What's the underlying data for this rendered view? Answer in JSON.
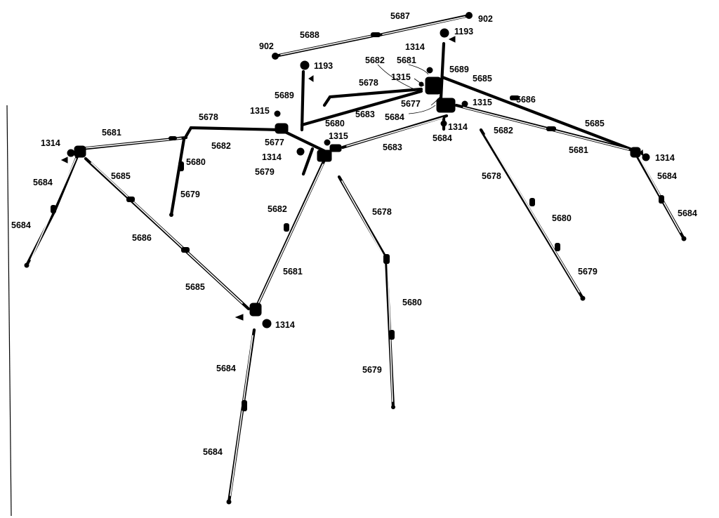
{
  "diagram": {
    "labels": {
      "p5687": "5687",
      "p902_top": "902",
      "p5688": "5688",
      "p902_left": "902",
      "p1193_top": "1193",
      "p1314_top": "1314",
      "p1193_mid": "1193",
      "p5682_top": "5682",
      "p5681_top": "5681",
      "p5689_right": "5689",
      "p1315_top": "1315",
      "p5685_top_right": "5685",
      "p5678_top": "5678",
      "p5689_left": "5689",
      "p5686_right": "5686",
      "p5677_right": "5677",
      "p1315_right": "1315",
      "p1315_mid": "1315",
      "p5683_top": "5683",
      "p5684_mid": "5684",
      "p5678_left": "5678",
      "p5680_center": "5680",
      "p1314_right_hub": "1314",
      "p5685_right": "5685",
      "p1314_left": "1314",
      "p5681_left": "5681",
      "p5684_hub": "5684",
      "p5682_right": "5682",
      "p1315_lower": "1315",
      "p5677_center": "5677",
      "p5682_left": "5682",
      "p5683_lower": "5683",
      "p5681_right": "5681",
      "p1314_far_right": "1314",
      "p1314_center": "1314",
      "p5680_left": "5680",
      "p5684_left_upper": "5684",
      "p5685_left": "5685",
      "p5679_center": "5679",
      "p5678_right_leg": "5678",
      "p5684_right_upper": "5684",
      "p5679_left": "5679",
      "p5684_far_left": "5684",
      "p5682_front": "5682",
      "p5678_front": "5678",
      "p5684_far_right": "5684",
      "p5680_right": "5680",
      "p5686_left": "5686",
      "p5681_front": "5681",
      "p5679_right": "5679",
      "p5685_lower_left": "5685",
      "p5680_front": "5680",
      "p1314_bottom": "1314",
      "p5684_front_upper": "5684",
      "p5679_front": "5679",
      "p5684_front_lower": "5684"
    }
  }
}
